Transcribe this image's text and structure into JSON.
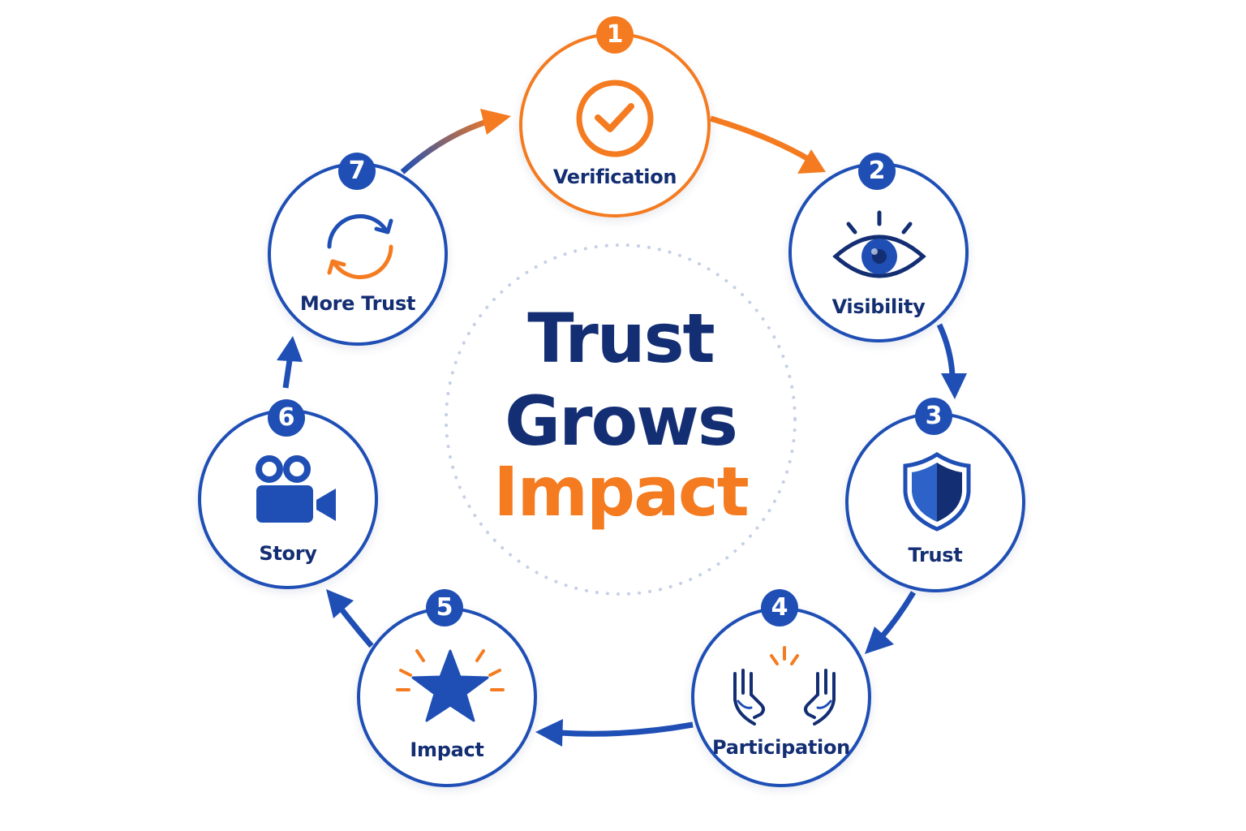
{
  "center": {
    "line1": "Trust",
    "line2": "Grows",
    "line3": "Impact"
  },
  "steps": [
    {
      "number": "1",
      "label": "Verification",
      "icon": "checkmark-icon"
    },
    {
      "number": "2",
      "label": "Visibility",
      "icon": "eye-icon"
    },
    {
      "number": "3",
      "label": "Trust",
      "icon": "shield-icon"
    },
    {
      "number": "4",
      "label": "Participation",
      "icon": "open-hands-icon"
    },
    {
      "number": "5",
      "label": "Impact",
      "icon": "star-icon"
    },
    {
      "number": "6",
      "label": "Story",
      "icon": "video-camera-icon"
    },
    {
      "number": "7",
      "label": "More Trust",
      "icon": "refresh-cycle-icon"
    }
  ],
  "colors": {
    "navy": "#132e73",
    "blue": "#1f4fb5",
    "orange": "#f47b20",
    "dots": "#c5d0e6"
  }
}
